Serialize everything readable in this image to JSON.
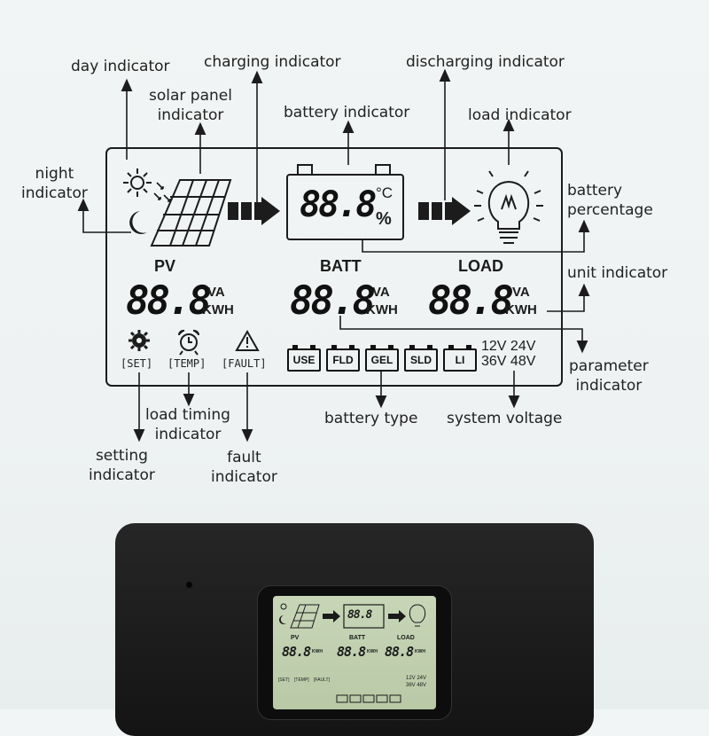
{
  "labels": {
    "day": "day indicator",
    "charging": "charging indicator",
    "discharging": "discharging indicator",
    "solar_1": "solar panel",
    "solar_2": "indicator",
    "battery": "battery indicator",
    "load": "load indicator",
    "night_1": "night",
    "night_2": "indicator",
    "battery_pct_1": "battery",
    "battery_pct_2": "percentage",
    "unit": "unit indicator",
    "parameter_1": "parameter",
    "parameter_2": "indicator",
    "load_timing_1": "load timing",
    "load_timing_2": "indicator",
    "battery_type": "battery type",
    "system_voltage": "system voltage",
    "setting_1": "setting",
    "setting_2": "indicator",
    "fault_1": "fault",
    "fault_2": "indicator"
  },
  "lcd": {
    "pv": "PV",
    "batt": "BATT",
    "load": "LOAD",
    "digits": "88.8",
    "celsius": "°C",
    "percent": "%",
    "va": "VA",
    "kwh": "KWH",
    "set": "[SET]",
    "temp": "[TEMP]",
    "fault": "[FAULT]",
    "battery_types": [
      "USE",
      "FLD",
      "GEL",
      "SLD",
      "LI"
    ],
    "voltages_row1": "12V 24V",
    "voltages_row2": "36V 48V"
  },
  "colors": {
    "line": "#1c1c1c",
    "lcd_bg": "#c8d6b8",
    "device": "#1a1a1a"
  }
}
